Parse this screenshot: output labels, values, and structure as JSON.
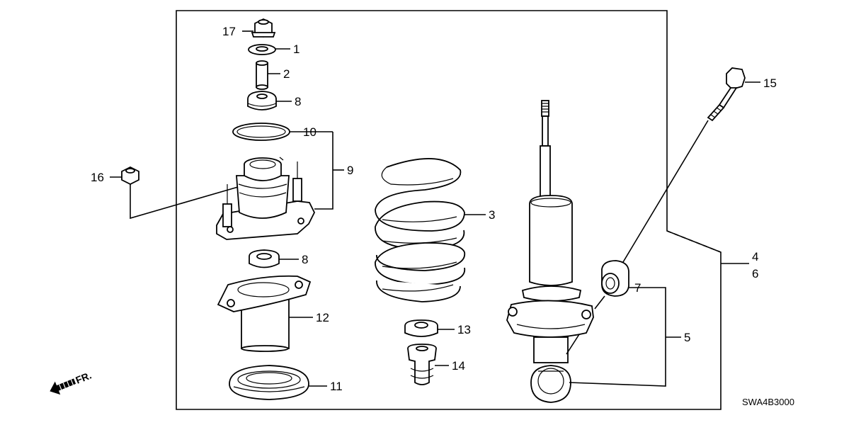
{
  "callouts": {
    "p1": "1",
    "p2": "2",
    "p3": "3",
    "p4": "4",
    "p5": "5",
    "p6": "6",
    "p7": "7",
    "p8a": "8",
    "p8b": "8",
    "p9": "9",
    "p10": "10",
    "p11": "11",
    "p12": "12",
    "p13": "13",
    "p14": "14",
    "p15": "15",
    "p16": "16",
    "p17": "17"
  },
  "direction_label": "FR.",
  "diagram_code": "SWA4B3000"
}
